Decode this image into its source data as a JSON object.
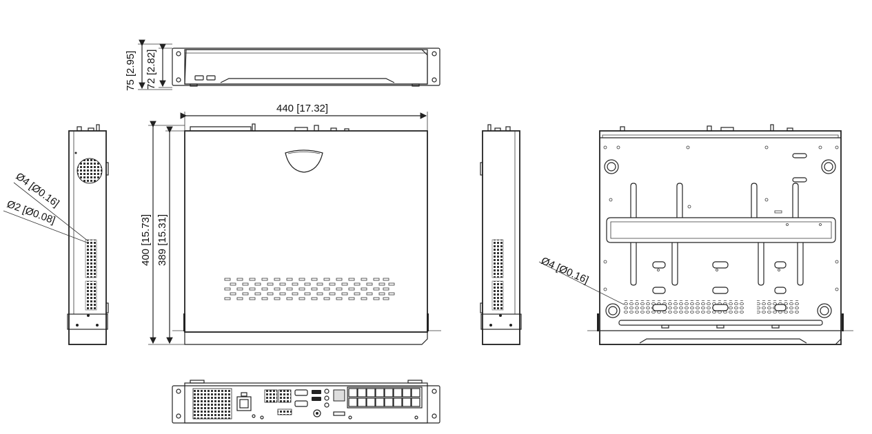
{
  "dimensions": {
    "height_outer": "75 [2.95]",
    "height_inner": "72 [2.82]",
    "width": "440 [17.32]",
    "depth_outer": "400 [15.73]",
    "depth_inner": "389 [15.31]",
    "hole_large_side": "Ø4 [Ø0.16]",
    "hole_small_side": "Ø2 [Ø0.08]",
    "hole_large_bottom": "Ø4 [Ø0.16]"
  }
}
